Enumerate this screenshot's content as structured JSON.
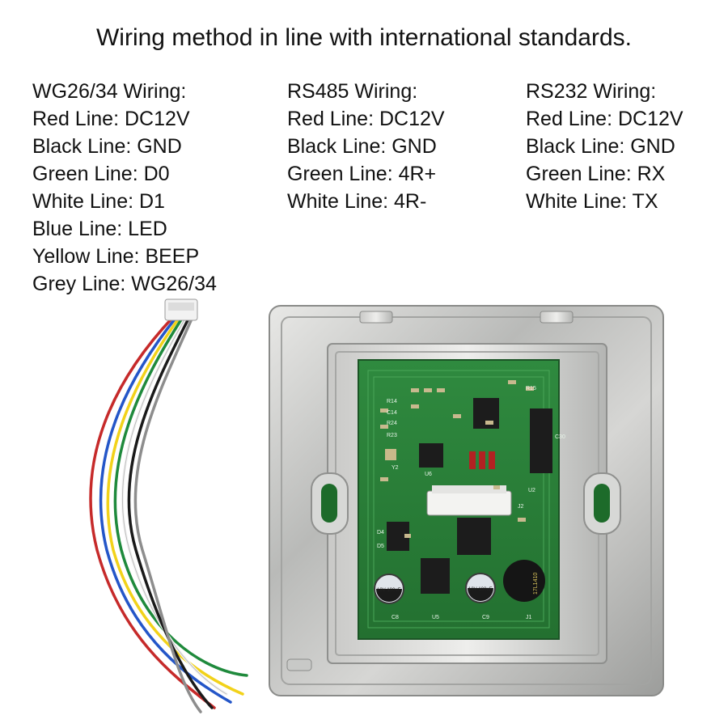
{
  "title": "Wiring method in line with international standards.",
  "columns": [
    {
      "heading": "WG26/34 Wiring:",
      "lines": [
        "Red Line: DC12V",
        "Black Line: GND",
        "Green Line: D0",
        "White Line: D1",
        "Blue Line: LED",
        "Yellow Line: BEEP",
        "Grey Line: WG26/34"
      ]
    },
    {
      "heading": "RS485 Wiring:",
      "lines": [
        "Red Line: DC12V",
        "Black Line: GND",
        "Green Line: 4R+",
        "White Line: 4R-"
      ]
    },
    {
      "heading": "RS232 Wiring:",
      "lines": [
        "Red Line: DC12V",
        "Black Line: GND",
        "Green Line: RX",
        "White Line: TX"
      ]
    }
  ],
  "pcb_labels": {
    "j2": "J2",
    "u5": "U5",
    "j1": "J1",
    "c8": "C8",
    "c9": "C9",
    "c30": "C30",
    "y2": "Y2",
    "u2": "U2",
    "u6": "U6",
    "r14": "R14",
    "r15": "R15",
    "r23": "R23",
    "r24": "R24",
    "c14": "C14",
    "d4": "D4",
    "d5": "D5",
    "cap_text": "10V 100uF",
    "buzzer_text": "17L1410"
  }
}
